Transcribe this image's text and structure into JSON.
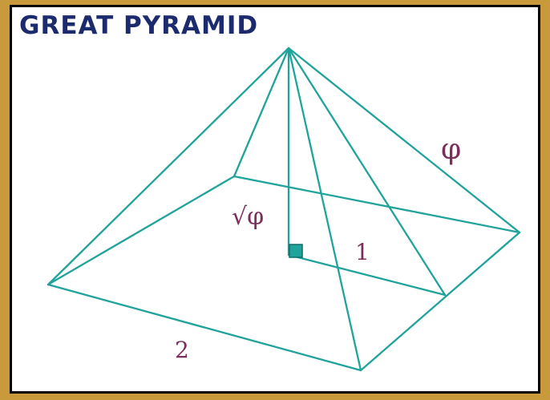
{
  "title": "GREAT PYRAMID",
  "labels": {
    "phi": "φ",
    "sqrt_phi": "√φ",
    "one": "1",
    "two": "2"
  },
  "colors": {
    "edge": "#1fa39a",
    "label": "#7a2f5b",
    "title": "#1c2a6e",
    "border": "#c89a3c"
  }
}
